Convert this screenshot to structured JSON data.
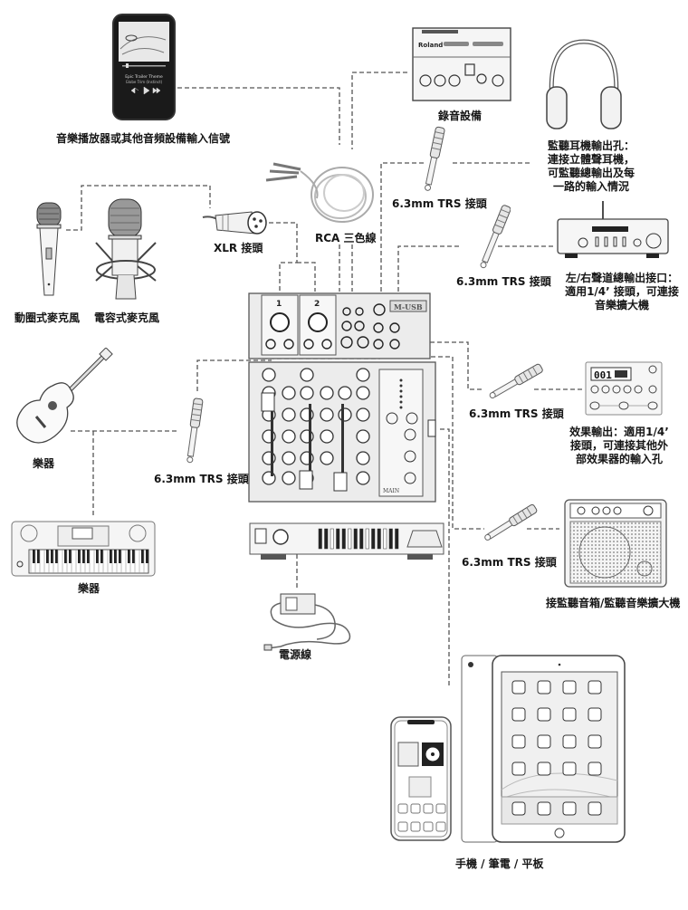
{
  "diagram": {
    "title": "Mixer connection diagram",
    "devices": {
      "music_player": {
        "label": "音樂播放器或其他音頻設備輸入信號",
        "screen_track": "Epic Trailer Theme",
        "screen_artist": "Globe Trim (Instinct)"
      },
      "recorder": {
        "label": "錄音設備",
        "brand": "Roland"
      },
      "headphones": {
        "label_lines": [
          "監聽耳機輸出孔：",
          "連接立體聲耳機，",
          "可監聽總輸出及每",
          "一路的輸入情況"
        ]
      },
      "dynamic_mic": {
        "label": "動圈式麥克風"
      },
      "condenser_mic": {
        "label": "電容式麥克風"
      },
      "xlr_connector": {
        "label": "XLR 接頭"
      },
      "rca_cable": {
        "label": "RCA 三色線"
      },
      "trs_recorder": {
        "label": "6.3mm TRS 接頭"
      },
      "trs_amp": {
        "label": "6.3mm TRS 接頭"
      },
      "amplifier": {
        "label_lines": [
          "左/右聲道總輸出接口：",
          "適用1/4’ 接頭，可連接",
          "音樂擴大機"
        ]
      },
      "trs_effects": {
        "label": "6.3mm TRS 接頭"
      },
      "effects_unit": {
        "label_lines": [
          "效果輸出：適用1/4’",
          "接頭，可連接其他外",
          "部效果器的輸入孔"
        ],
        "display": "001"
      },
      "guitar": {
        "label": "樂器"
      },
      "trs_instrument": {
        "label": "6.3mm TRS 接頭"
      },
      "keyboard": {
        "label": "樂器"
      },
      "mixer": {
        "channel_1": "1",
        "channel_2": "2",
        "usb_badge": "M-USB",
        "main_label": "MAIN"
      },
      "trs_monitor": {
        "label": "6.3mm TRS 接頭"
      },
      "monitor_speaker": {
        "label": "接監聽音箱/監聽音樂擴大機"
      },
      "power_cable": {
        "label": "電源線"
      },
      "mobile_devices": {
        "label": "手機 / 筆電 / 平板"
      }
    }
  }
}
